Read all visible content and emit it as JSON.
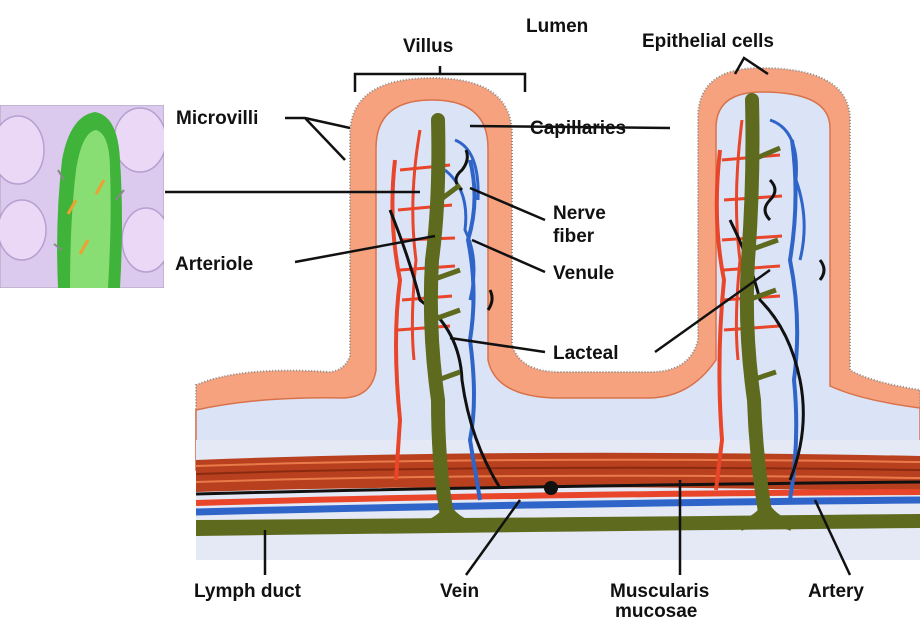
{
  "labels": {
    "lumen": "Lumen",
    "villus": "Villus",
    "epithelial_cells": "Epithelial cells",
    "microvilli": "Microvilli",
    "capillaries": "Capillaries",
    "nerve_fiber_line1": "Nerve",
    "nerve_fiber_line2": "fiber",
    "arteriole": "Arteriole",
    "venule": "Venule",
    "lacteal": "Lacteal",
    "lymph_duct": "Lymph duct",
    "vein": "Vein",
    "muscularis_line1": "Muscularis",
    "muscularis_line2": "mucosae",
    "artery": "Artery"
  },
  "colors": {
    "epithelium": "#f6a27e",
    "epithelium_line": "#d9724a",
    "lamina": "#dbe4f6",
    "arteriole": "#e8452a",
    "vessel_blue": "#2f64c8",
    "lacteal": "#5e6a1e",
    "nerve": "#111111",
    "muscle": "#b8401e",
    "inset_bg": "#dcc9ee",
    "inset_green": "#3fb33a",
    "inset_lumen": "#88dd73"
  }
}
